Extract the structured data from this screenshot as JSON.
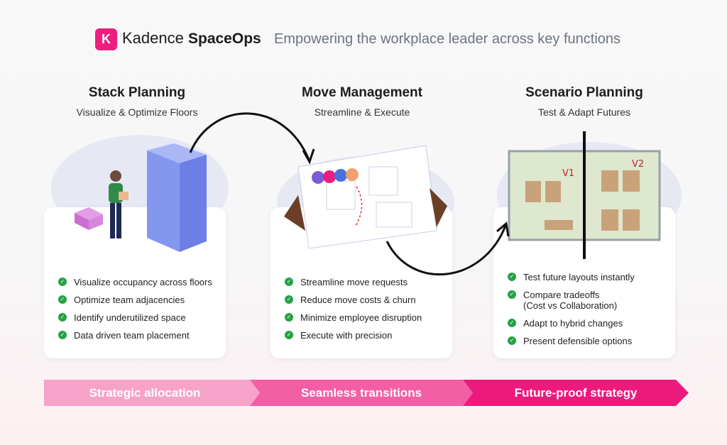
{
  "header": {
    "logo_glyph": "K",
    "brand_name": "Kadence",
    "brand_product": "SpaceOps",
    "tagline": "Empowering the workplace leader across key functions"
  },
  "columns": [
    {
      "title": "Stack Planning",
      "subtitle": "Visualize & Optimize Floors",
      "items": [
        "Visualize occupancy across floors",
        "Optimize team adjacencies",
        "Identify underutilized space",
        "Data driven team placement"
      ]
    },
    {
      "title": "Move Management",
      "subtitle": "Streamline & Execute",
      "items": [
        "Streamline move requests",
        "Reduce move costs & churn",
        "Minimize employee disruption",
        "Execute with precision"
      ]
    },
    {
      "title": "Scenario Planning",
      "subtitle": "Test & Adapt Futures",
      "items": [
        "Test future layouts instantly",
        "Compare tradeoffs\n(Cost vs Collaboration)",
        "Adapt to hybrid changes",
        "Present defensible options"
      ],
      "labels": [
        "V1",
        "V2"
      ]
    }
  ],
  "banner": [
    {
      "label": "Strategic allocation",
      "color": "#f7a3c9"
    },
    {
      "label": "Seamless transitions",
      "color": "#f25fa5"
    },
    {
      "label": "Future-proof strategy",
      "color": "#ec1a7d"
    }
  ]
}
